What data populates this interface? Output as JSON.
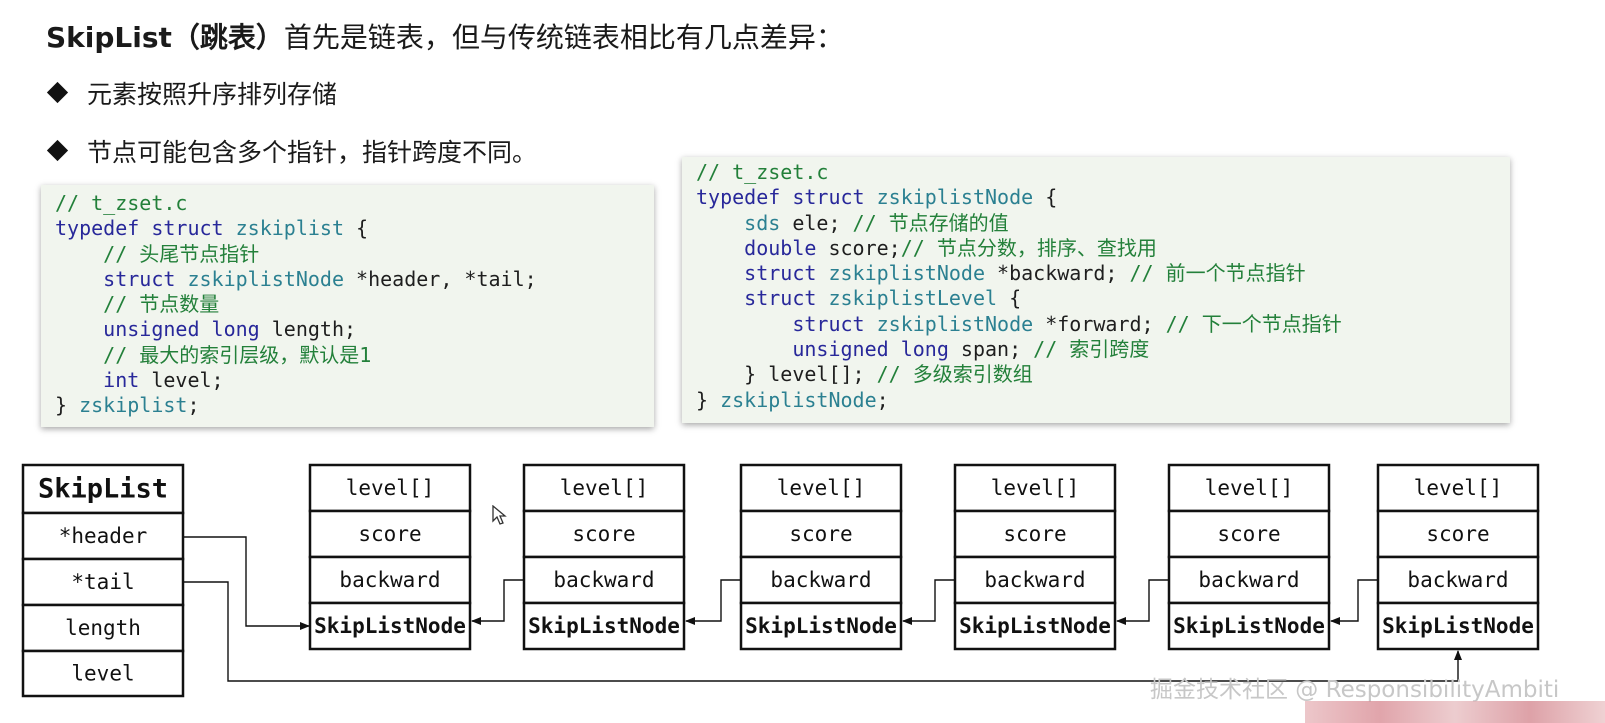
{
  "heading": {
    "bold": "SkipList（跳表）",
    "rest": "首先是链表，但与传统链表相比有几点差异："
  },
  "bullets": [
    "元素按照升序排列存储",
    "节点可能包含多个指针，指针跨度不同。"
  ],
  "code_left": [
    [
      [
        "c",
        "// t_zset.c"
      ]
    ],
    [
      [
        "k",
        "typedef struct "
      ],
      [
        "t",
        "zskiplist"
      ],
      [
        "p",
        " {"
      ]
    ],
    [
      [
        "c",
        "    // 头尾节点指针"
      ]
    ],
    [
      [
        "k",
        "    struct "
      ],
      [
        "t",
        "zskiplistNode"
      ],
      [
        "p",
        " *header, *tail;"
      ]
    ],
    [
      [
        "c",
        "    // 节点数量"
      ]
    ],
    [
      [
        "k",
        "    unsigned long "
      ],
      [
        "p",
        "length;"
      ]
    ],
    [
      [
        "c",
        "    // 最大的索引层级，默认是1"
      ]
    ],
    [
      [
        "k",
        "    int "
      ],
      [
        "p",
        "level;"
      ]
    ],
    [
      [
        "p",
        "} "
      ],
      [
        "t",
        "zskiplist"
      ],
      [
        "p",
        ";"
      ]
    ]
  ],
  "code_right": [
    [
      [
        "c",
        "// t_zset.c"
      ]
    ],
    [
      [
        "k",
        "typedef struct "
      ],
      [
        "t",
        "zskiplistNode"
      ],
      [
        "p",
        " {"
      ]
    ],
    [
      [
        "t",
        "    sds "
      ],
      [
        "p",
        "ele; "
      ],
      [
        "c",
        "// 节点存储的值"
      ]
    ],
    [
      [
        "k",
        "    double "
      ],
      [
        "p",
        "score;"
      ],
      [
        "c",
        "// 节点分数，排序、查找用"
      ]
    ],
    [
      [
        "k",
        "    struct "
      ],
      [
        "t",
        "zskiplistNode"
      ],
      [
        "p",
        " *backward; "
      ],
      [
        "c",
        "// 前一个节点指针"
      ]
    ],
    [
      [
        "k",
        "    struct "
      ],
      [
        "t",
        "zskiplistLevel"
      ],
      [
        "p",
        " {"
      ]
    ],
    [
      [
        "k",
        "        struct "
      ],
      [
        "t",
        "zskiplistNode"
      ],
      [
        "p",
        " *forward; "
      ],
      [
        "c",
        "// 下一个节点指针"
      ]
    ],
    [
      [
        "k",
        "        unsigned long "
      ],
      [
        "p",
        "span; "
      ],
      [
        "c",
        "// 索引跨度"
      ]
    ],
    [
      [
        "p",
        "    } level[]; "
      ],
      [
        "c",
        "// 多级索引数组"
      ]
    ],
    [
      [
        "p",
        "} "
      ],
      [
        "t",
        "zskiplistNode"
      ],
      [
        "p",
        ";"
      ]
    ]
  ],
  "skiplist_struct": {
    "title": "SkipList",
    "fields": [
      "*header",
      "*tail",
      "length",
      "level"
    ]
  },
  "node": {
    "fields": [
      "level[]",
      "score",
      "backward"
    ],
    "name": "SkipListNode",
    "count": 6
  },
  "watermark": "掘金技术社区 @ ResponsibilityAmbiti",
  "colors": {
    "comment": "#23803a",
    "keyword": "#28289a",
    "type": "#2b8091",
    "code_bg": "#f1f5ee"
  }
}
